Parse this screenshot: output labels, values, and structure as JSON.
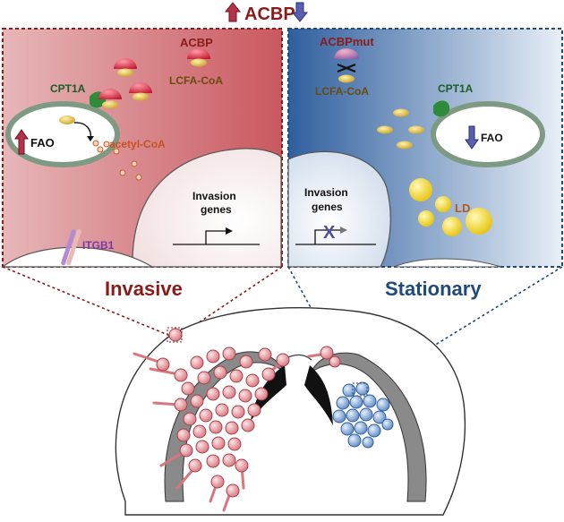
{
  "title": {
    "text": "ACBP",
    "up_arrow_color": "#b3344a",
    "down_arrow_color": "#5b5fb0"
  },
  "left_panel": {
    "acbp": "ACBP",
    "lcfa_coa": "LCFA-CoA",
    "cpt1a": "CPT1A",
    "fao": "FAO",
    "fao_direction": "up",
    "acetyl_coa": "acetyl-CoA",
    "invasion_genes_line1": "Invasion",
    "invasion_genes_line2": "genes",
    "itgb1": "ITGB1",
    "caption": "Invasive",
    "caption_color": "#8a1b1b"
  },
  "right_panel": {
    "acbp_mut": "ACBPmut",
    "lcfa_coa": "LCFA-CoA",
    "cpt1a": "CPT1A",
    "fao": "FAO",
    "fao_direction": "down",
    "invasion_genes_line1": "Invasion",
    "invasion_genes_line2": "genes",
    "blocked_mark": "X",
    "ld": "LD",
    "caption": "Stationary",
    "caption_color": "#1f4a7a"
  },
  "colors": {
    "invasive_cell": "#e9a5aa",
    "stationary_cell": "#7fa6d6",
    "lipid_droplet": "#f2d31b",
    "mito_membrane": "#7e9a82",
    "cpt1a": "#2e8b3c"
  }
}
